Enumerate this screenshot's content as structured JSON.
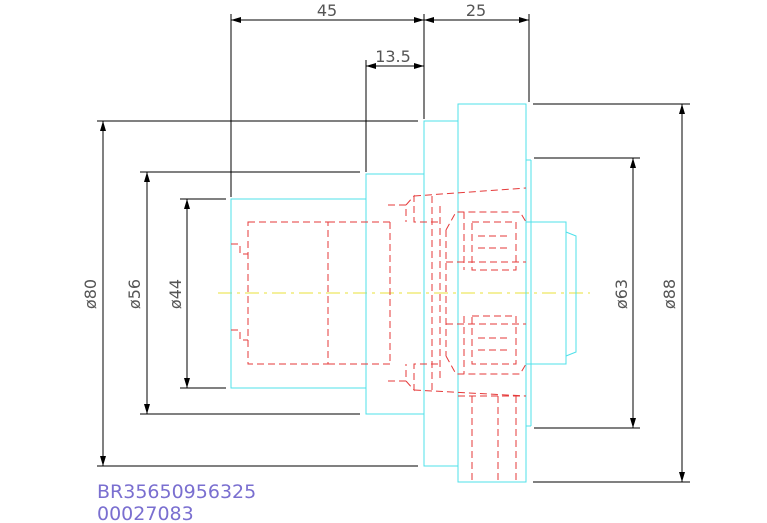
{
  "drawing": {
    "dimensions": {
      "length_45": "45",
      "length_25": "25",
      "length_13_5": "13.5",
      "dia_80": "ø80",
      "dia_56": "ø56",
      "dia_44": "ø44",
      "dia_63": "ø63",
      "dia_88": "ø88"
    },
    "part_code": "BR35650956325",
    "part_number": "00027083",
    "colors": {
      "outline": "#4fe0ea",
      "hidden_lines": "#e53a3a",
      "centerline": "#e8e23a",
      "dimension_lines": "#000000",
      "code_text": "#7a6fd0"
    }
  }
}
